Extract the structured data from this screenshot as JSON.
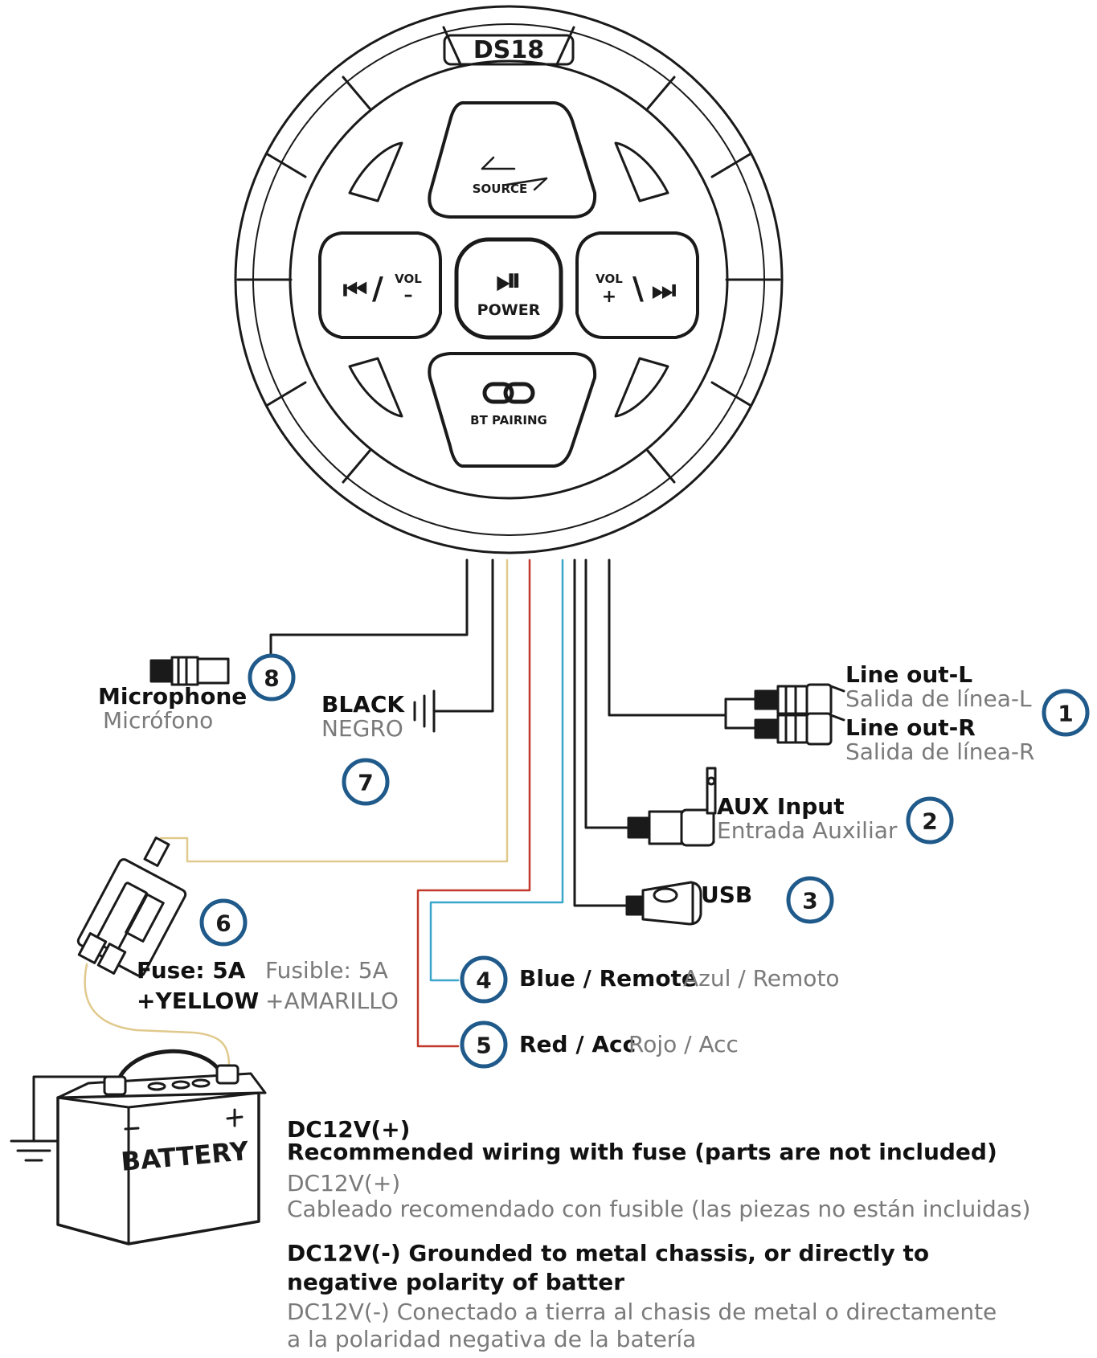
{
  "brand": "DS18",
  "colors": {
    "outline": "#1a1a1a",
    "wire_black": "#1a1a1a",
    "wire_yellow": "#e0c98c",
    "wire_red": "#c0392b",
    "wire_blue": "#3aa6c9",
    "number_circle": "#1f5a8a",
    "secondary_text": "#7a7a7a"
  },
  "controller": {
    "source_label": "SOURCE",
    "vol_minus_label": "VOL",
    "power_label": "POWER",
    "vol_plus_label": "VOL",
    "bt_label": "BT PAIRING"
  },
  "battery_label": "BATTERY",
  "numbers": [
    "1",
    "2",
    "3",
    "4",
    "5",
    "6",
    "7",
    "8"
  ],
  "connections": {
    "line_out_l": {
      "en": "Line out-L",
      "es": "Salida de línea-L"
    },
    "line_out_r": {
      "en": "Line out-R",
      "es": "Salida de línea-R"
    },
    "aux": {
      "en": "AUX Input",
      "es": "Entrada Auxiliar"
    },
    "usb": {
      "en": "USB"
    },
    "blue": {
      "en": "Blue / Remote",
      "es": "Azul / Remoto"
    },
    "red": {
      "en": "Red / Acc",
      "es": "Rojo / Acc"
    },
    "fuse": {
      "en1": "Fuse: 5A",
      "en2": "+YELLOW",
      "es1": "Fusible: 5A",
      "es2": "+AMARILLO"
    },
    "black": {
      "en": "BLACK",
      "es": "NEGRO"
    },
    "microphone": {
      "en": "Microphone",
      "es": "Micrófono"
    }
  },
  "notes": {
    "dc_pos_en1": "DC12V(+)",
    "dc_pos_en2": "Recommended wiring with fuse (parts are not included)",
    "dc_pos_es1": "DC12V(+)",
    "dc_pos_es2": "Cableado recomendado con fusible (las piezas no están incluidas)",
    "dc_neg_en1": "DC12V(-) Grounded to metal chassis, or directly to",
    "dc_neg_en2": "negative polarity of batter",
    "dc_neg_es1": "DC12V(-) Conectado a tierra al chasis de metal o directamente",
    "dc_neg_es2": "a la polaridad negativa de la batería"
  }
}
